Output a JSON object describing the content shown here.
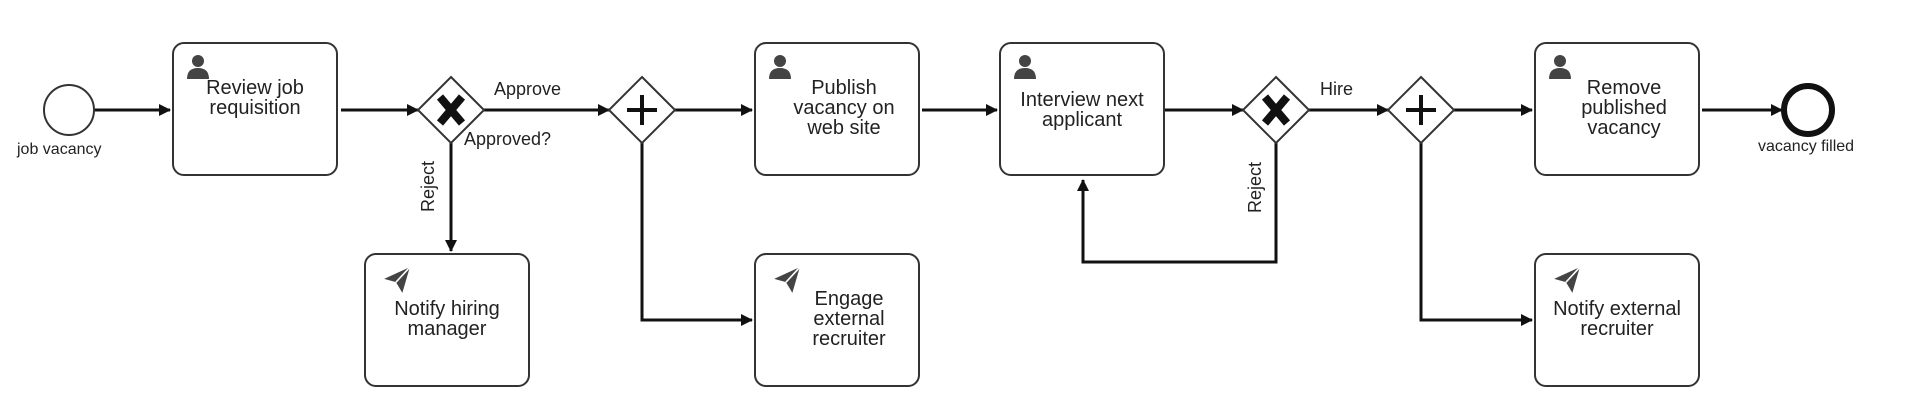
{
  "events": {
    "start": {
      "label": "job vacancy",
      "icon": "start-event-circle"
    },
    "end": {
      "label": "vacancy filled",
      "icon": "end-event-circle"
    }
  },
  "tasks": {
    "review": {
      "label": "Review job requisition",
      "icon": "user-icon"
    },
    "publish": {
      "label": "Publish vacancy on web site",
      "icon": "user-icon"
    },
    "interview": {
      "label": "Interview next applicant",
      "icon": "user-icon"
    },
    "remove": {
      "label": "Remove published vacancy",
      "icon": "user-icon"
    },
    "notifyManager": {
      "label": "Notify hiring manager",
      "icon": "send-icon"
    },
    "engage": {
      "label": "Engage external recruiter",
      "icon": "send-icon"
    },
    "notifyExt": {
      "label": "Notify external recruiter",
      "icon": "send-icon"
    }
  },
  "gateways": {
    "approved": {
      "label": "Approved?",
      "type": "exclusive"
    },
    "split1": {
      "type": "parallel"
    },
    "hireGw": {
      "type": "exclusive"
    },
    "split2": {
      "type": "parallel"
    }
  },
  "flows": {
    "approve": "Approve",
    "reject1": "Reject",
    "hire": "Hire",
    "reject2": "Reject"
  }
}
